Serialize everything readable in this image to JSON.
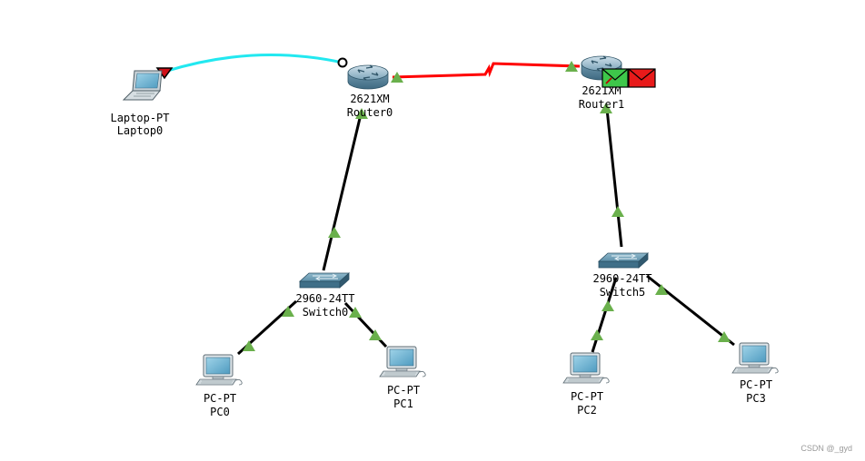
{
  "devices": {
    "laptop0": {
      "model": "Laptop-PT",
      "name": "Laptop0"
    },
    "router0": {
      "model": "2621XM",
      "name": "Router0"
    },
    "router1": {
      "model": "2621XM",
      "name": "Router1"
    },
    "switch0": {
      "model": "2960-24TT",
      "name": "Switch0"
    },
    "switch5": {
      "model": "2960-24TT",
      "name": "Switch5"
    },
    "pc0": {
      "model": "PC-PT",
      "name": "PC0"
    },
    "pc1": {
      "model": "PC-PT",
      "name": "PC1"
    },
    "pc2": {
      "model": "PC-PT",
      "name": "PC2"
    },
    "pc3": {
      "model": "PC-PT",
      "name": "PC3"
    }
  },
  "links": [
    {
      "from": "laptop0",
      "to": "router0",
      "type": "console",
      "color": "#22e8f0"
    },
    {
      "from": "router0",
      "to": "router1",
      "type": "serial-dce",
      "color": "#ff0000"
    },
    {
      "from": "router0",
      "to": "switch0",
      "type": "copper-straight",
      "color": "#000000"
    },
    {
      "from": "switch0",
      "to": "pc0",
      "type": "copper-straight",
      "color": "#000000"
    },
    {
      "from": "switch0",
      "to": "pc1",
      "type": "copper-straight",
      "color": "#000000"
    },
    {
      "from": "router1",
      "to": "switch5",
      "type": "copper-straight",
      "color": "#000000"
    },
    {
      "from": "switch5",
      "to": "pc2",
      "type": "copper-straight",
      "color": "#000000"
    },
    {
      "from": "switch5",
      "to": "pc3",
      "type": "copper-straight",
      "color": "#000000"
    }
  ],
  "pdu_icons": [
    "green-envelope-icon",
    "red-envelope-icon"
  ],
  "colors": {
    "link_up": "#6ab04c",
    "console_cable": "#22e8f0",
    "serial_cable": "#ff0000",
    "pdu_success": "#3ec74a",
    "pdu_fail": "#e81a1a"
  },
  "watermark": "CSDN @_gyd"
}
